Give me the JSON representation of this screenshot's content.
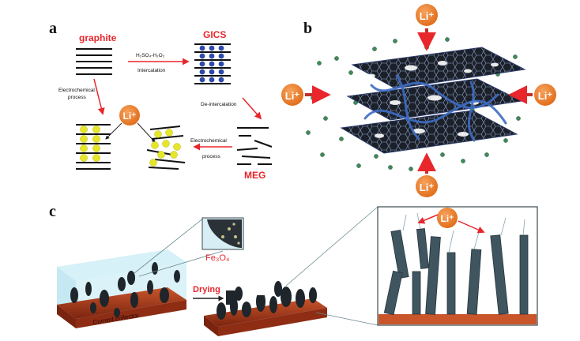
{
  "panels": {
    "a": {
      "label": "a",
      "graphite": "graphite",
      "gics": "GICS",
      "intercalation_reagent": "H₂SO₄-H₂O₂",
      "intercalation": "Intercalation",
      "electrochemical_line1": "Electrochemical",
      "process": "process",
      "deintercalation": "De-intercalation",
      "electrochemical_line2": "Electrochemical",
      "process2": "process",
      "meg": "MEG",
      "li_ion": "Li⁺"
    },
    "b": {
      "label": "b",
      "li_ion": "Li⁺"
    },
    "c": {
      "label": "c",
      "fe3o4": "Fe₃O₄",
      "drying": "Drying",
      "current_collector": "Current collector",
      "li_ion": "Li⁺"
    }
  },
  "colors": {
    "red_label": "#e8262c",
    "li_orange": "#ee7d2b",
    "yellow_ion": "#e6e629",
    "blue_ion": "#2d4aa8",
    "sheet_dark": "#1e2430",
    "collector": "#b23c1c",
    "electrolyte": "#bfe6f2",
    "rod": "#3f5560"
  }
}
